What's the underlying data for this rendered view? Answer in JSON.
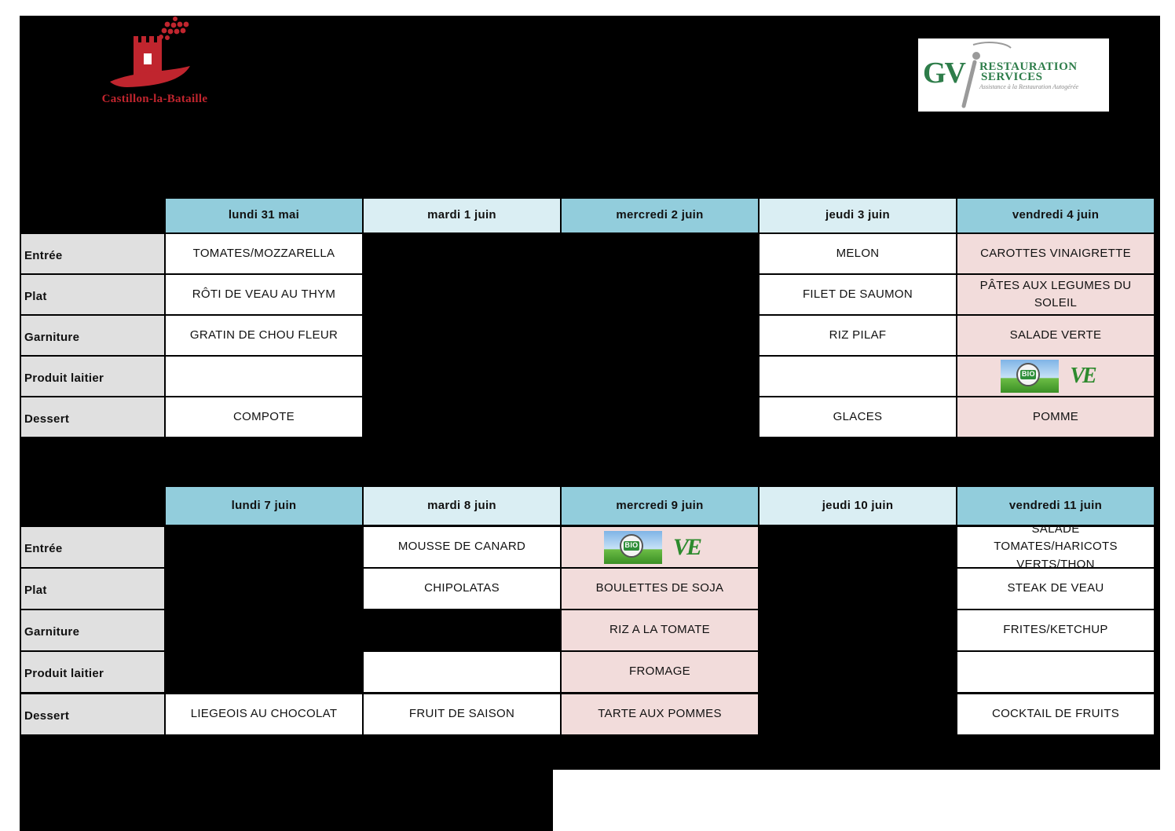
{
  "logos": {
    "left_text": "Castillon-la-Bataille",
    "right_letters": "GV",
    "right_line1": "RESTAURATION",
    "right_line2": "SERVICES",
    "right_tagline": "Assistance à la Restauration Autogérée"
  },
  "labels": {
    "bio": "BIO",
    "ve": "VE"
  },
  "colors": {
    "header_dark": "#92cddc",
    "header_light": "#daeef3",
    "highlight": "#f2dcdb",
    "row_label": "#e0e0e0",
    "brand_red": "#c0252e",
    "brand_green": "#2e7d4a"
  },
  "rows": [
    "Entrée",
    "Plat",
    "Garniture",
    "Produit laitier",
    "Dessert"
  ],
  "week1": {
    "days": [
      "lundi 31 mai",
      "mardi 1 juin",
      "mercredi 2 juin",
      "jeudi 3 juin",
      "vendredi 4 juin"
    ],
    "monday": [
      "TOMATES/MOZZARELLA",
      "RÔTI DE VEAU AU THYM",
      "GRATIN DE CHOU FLEUR",
      "",
      "COMPOTE"
    ],
    "thursday": [
      "MELON",
      "FILET DE SAUMON",
      "RIZ PILAF",
      "",
      "GLACES"
    ],
    "friday": [
      "CAROTTES VINAIGRETTE",
      "PÂTES AUX LEGUMES DU SOLEIL",
      "SALADE VERTE",
      "",
      "POMME"
    ]
  },
  "week2": {
    "days": [
      "lundi 7 juin",
      "mardi 8 juin",
      "mercredi 9 juin",
      "jeudi 10 juin",
      "vendredi 11 juin"
    ],
    "monday": {
      "dessert": "LIEGEOIS AU CHOCOLAT"
    },
    "tuesday": {
      "entree": "MOUSSE DE CANARD",
      "plat": "CHIPOLATAS",
      "produit_laitier": "",
      "dessert": "FRUIT DE SAISON"
    },
    "wednesday": [
      "",
      "BOULETTES DE SOJA",
      "RIZ A LA TOMATE",
      "FROMAGE",
      "TARTE AUX POMMES"
    ],
    "friday": [
      "SALADE TOMATES/HARICOTS VERTS/THON",
      "STEAK DE VEAU",
      "FRITES/KETCHUP",
      "",
      "COCKTAIL DE FRUITS"
    ]
  }
}
